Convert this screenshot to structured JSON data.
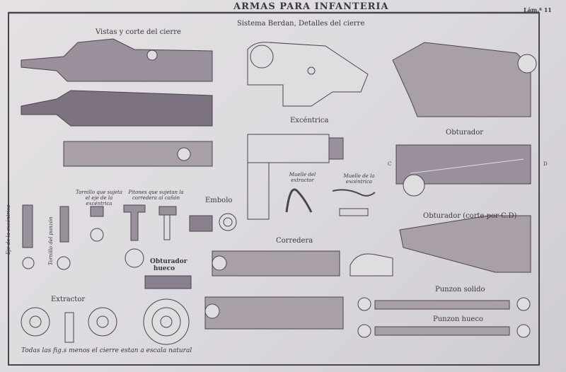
{
  "header": {
    "title": "ARMAS PARA INFANTERIA",
    "plate_number": "Lám.ª 11"
  },
  "labels": {
    "views": "Vistas y corte del cierre",
    "system": "Sistema Berdan, Detalles del cierre",
    "eccentric": "Excéntrica",
    "obturator": "Obturador",
    "extractor_spring": "Muelle del extractor",
    "eccentric_spring": "Muelle de la excéntrica",
    "screw_axis": "Tornillo que sujeta el eje de la excéntrica",
    "pins": "Pitones que sujetan la corredera al cañón",
    "piston": "Embolo",
    "eccentric_axis": "Eje de la excéntrica",
    "firing_pin_screw": "Tornillo del punzón",
    "hollow_obturator": "Obturador hueco",
    "extractor": "Extractor",
    "slide": "Corredera",
    "obturator_section": "Obturador (corte por C.D)",
    "solid_pin": "Punzon solido",
    "hollow_pin": "Punzon hueco",
    "scale_note": "Todas las fig.s menos el cierre estan a escala natural",
    "c": "C",
    "d": "D"
  },
  "colors": {
    "paper": "#e0dde1",
    "ink": "#3a3640",
    "shade": "#6e6470"
  }
}
